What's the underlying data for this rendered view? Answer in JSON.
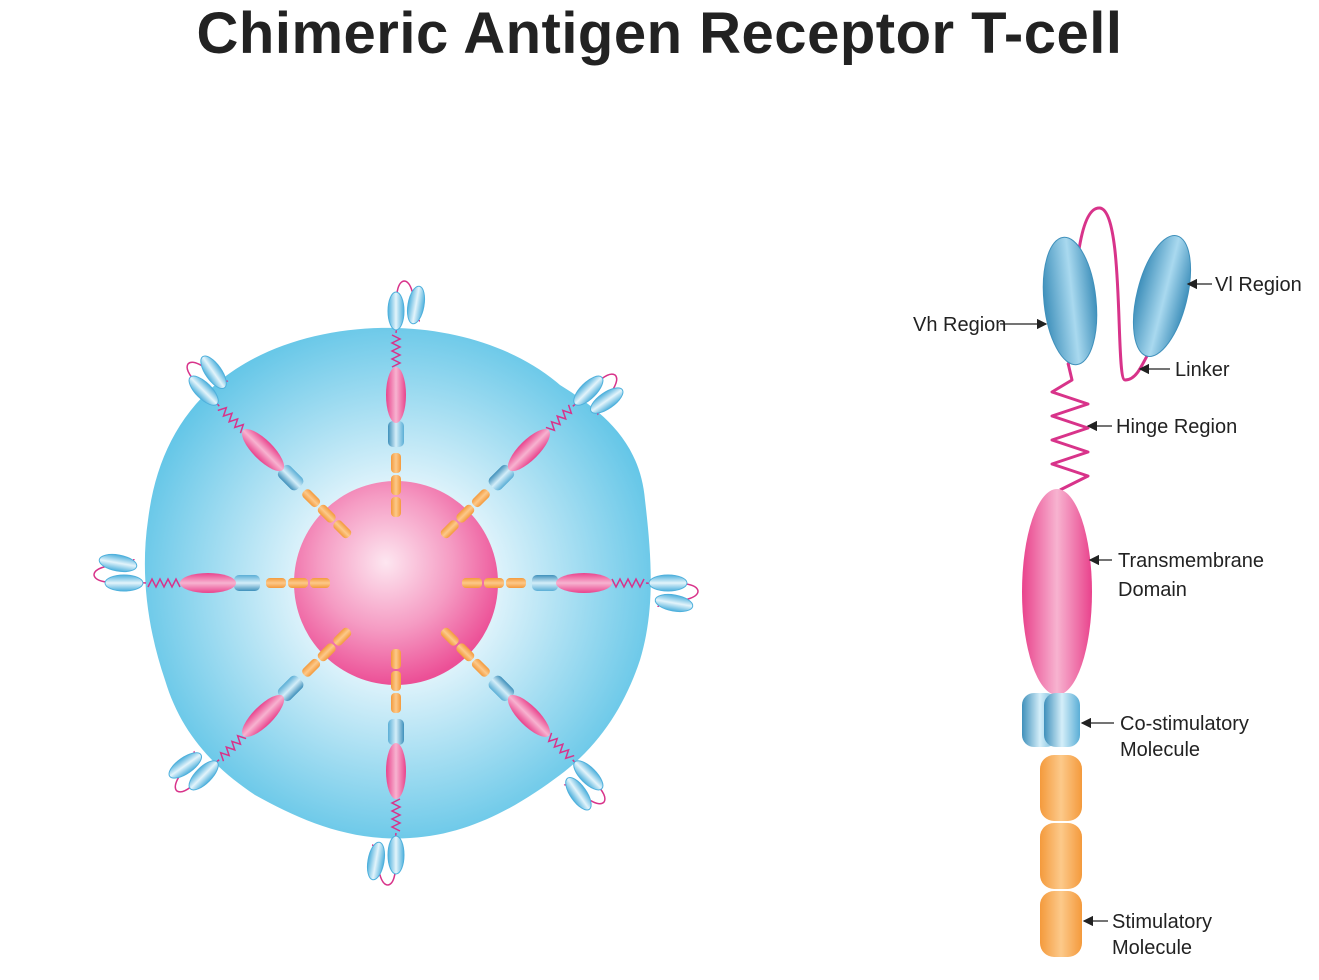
{
  "title": "Chimeric Antigen Receptor T-cell",
  "labels": {
    "vh_region": "Vh Region",
    "vl_region": "Vl Region",
    "linker": "Linker",
    "hinge_region": "Hinge Region",
    "transmembrane_line1": "Transmembrane",
    "transmembrane_line2": "Domain",
    "costim_line1": "Co-stimulatory",
    "costim_line2": "Molecule",
    "stim_line1": "Stimulatory",
    "stim_line2": "Molecule"
  },
  "colors": {
    "cell_blue": "#5cc3e6",
    "nucleus_pink": "#ec4f96",
    "transmembrane_pink": "#e9428c",
    "costim_blue": "#7cc6e6",
    "stim_orange": "#f7a752",
    "antibody_blue": "#3f90bb",
    "linker_magenta": "#d8338a"
  }
}
